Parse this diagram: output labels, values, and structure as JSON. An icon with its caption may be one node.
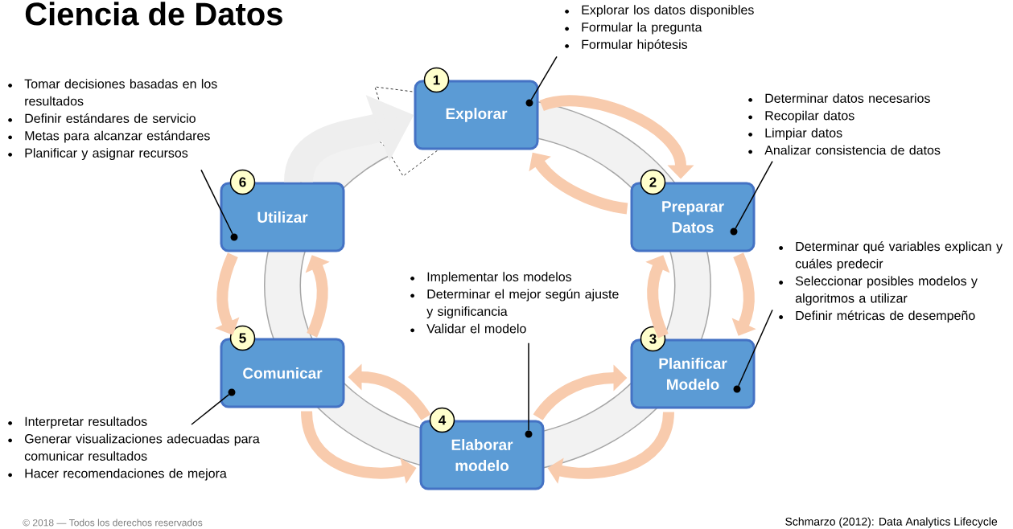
{
  "diagram": {
    "title": "Ciencia de Datos",
    "nodes": [
      {
        "text": [
          "1",
          "Explorar"
        ]
      },
      {
        "text": [
          "2",
          "Preparar Datos"
        ]
      },
      {
        "text": [
          "3",
          "Planificar Modelo"
        ]
      },
      {
        "text": [
          "4",
          "Elaborar modelo"
        ]
      },
      {
        "text": [
          "5",
          "Comunicar"
        ]
      },
      {
        "text": [
          "6",
          "Utilizar"
        ]
      },
      {
        "text": [
          "Explorar los datos disponibles",
          "Formular la pregunta",
          "Formular hipótesis"
        ]
      },
      {
        "text": [
          "Determinar datos necesarios",
          "Recopilar datos",
          "Limpiar datos",
          "Analizar consistencia de datos"
        ]
      },
      {
        "text": [
          "Determinar qué variables explican y cuáles predecir",
          "Seleccionar posibles modelos y algoritmos a utilizar",
          "Definir métricas de desempeño"
        ]
      },
      {
        "text": [
          "Implementar los modelos",
          "Determinar el mejor según ajuste y significancia",
          "Validar el modelo"
        ]
      },
      {
        "text": [
          "Interpretar resultados",
          "Generar visualizaciones adecuadas para comunicar resultados",
          "Hacer recomendaciones de mejora"
        ]
      },
      {
        "text": [
          "Tomar decisiones basadas en los resultados",
          "Definir estándares de servicio",
          "Metas para alcanzar estándares",
          "Planificar y asignar recursos"
        ]
      },
      {
        "text": [],
        "shape": "circle",
        "in": 0
      },
      {
        "text": [],
        "shape": "circle",
        "in": 1
      },
      {
        "text": [],
        "shape": "circle",
        "in": 2
      },
      {
        "text": [],
        "shape": "circle",
        "in": 3
      },
      {
        "text": [],
        "shape": "circle",
        "in": 4
      },
      {
        "text": [],
        "shape": "circle",
        "in": 5
      }
    ],
    "edges": [
      {
        "from": 0,
        "to": 1,
        "arrow": "to"
      },
      {
        "from": 1,
        "to": 0,
        "arrow": "to"
      },
      {
        "from": 1,
        "to": 2,
        "arrow": "to"
      },
      {
        "from": 2,
        "to": 1,
        "arrow": "to"
      },
      {
        "from": 2,
        "to": 3,
        "arrow": "to"
      },
      {
        "from": 3,
        "to": 2,
        "arrow": "to"
      },
      {
        "from": 4,
        "to": 3,
        "arrow": "to"
      },
      {
        "from": 3,
        "to": 4,
        "arrow": "to"
      },
      {
        "from": 5,
        "to": 4,
        "arrow": "to"
      },
      {
        "from": 4,
        "to": 5,
        "arrow": "to"
      },
      {
        "from": 5,
        "to": 0,
        "arrow": "to",
        "style": "thick",
        "color": "#eeeeee"
      },
      {
        "from": 6,
        "to": 12,
        "arrow": "none",
        "color": "#000000"
      },
      {
        "from": 7,
        "to": 13,
        "arrow": "none",
        "color": "#000000"
      },
      {
        "from": 8,
        "to": 14,
        "arrow": "none",
        "color": "#000000"
      },
      {
        "from": 9,
        "to": 15,
        "arrow": "none",
        "color": "#000000"
      },
      {
        "from": 10,
        "to": 16,
        "arrow": "none",
        "color": "#000000"
      },
      {
        "from": 11,
        "to": 17,
        "arrow": "none",
        "color": "#000000"
      }
    ],
    "labels": [
      "© 2018 — Todos los derechos reservados",
      "Schmarzo (2012): Data Analytics Lifecycle"
    ]
  }
}
